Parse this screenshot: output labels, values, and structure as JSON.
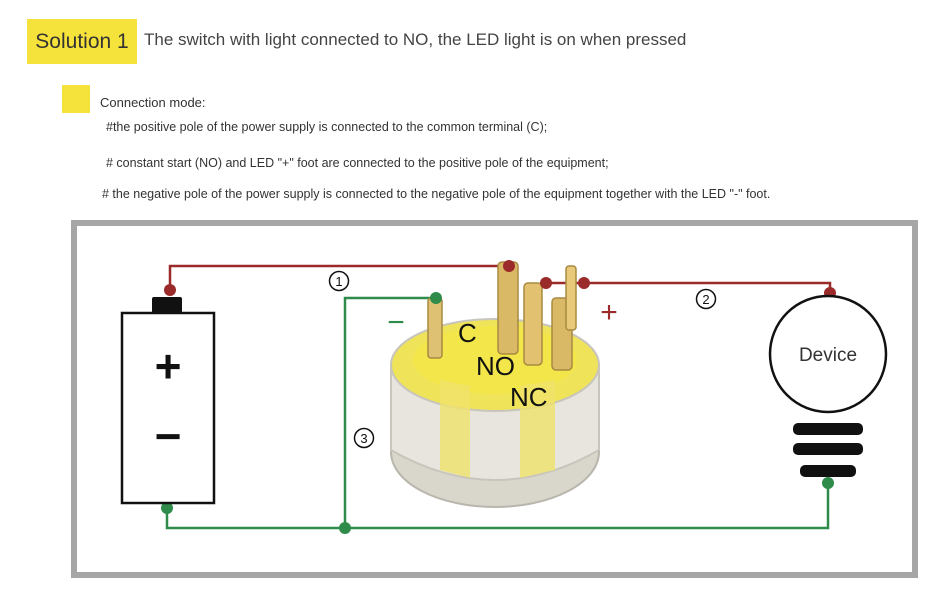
{
  "header": {
    "solution_label": "Solution 1",
    "headline": "The switch with light connected to NO, the LED light is on when pressed"
  },
  "connection": {
    "title": "Connection mode:",
    "lines": [
      "#the positive pole of the power supply is connected to the common terminal (C);",
      "# constant start (NO) and LED \"+\" foot are connected to the positive pole of the equipment;",
      "# the negative pole of the power supply is connected to the negative pole of the equipment together with the LED \"-\" foot."
    ]
  },
  "diagram": {
    "battery_plus": "+",
    "battery_minus": "−",
    "device_label": "Device",
    "terminal_c": "C",
    "terminal_no": "NO",
    "terminal_nc": "NC",
    "led_minus": "−",
    "led_plus": "+",
    "wire_1": "1",
    "wire_2": "2",
    "wire_3": "3"
  },
  "colors": {
    "highlight": "#f5e23a",
    "positive_wire": "#9b2a2a",
    "negative_wire": "#2e8b4a",
    "frame": "#a6a6a6"
  }
}
